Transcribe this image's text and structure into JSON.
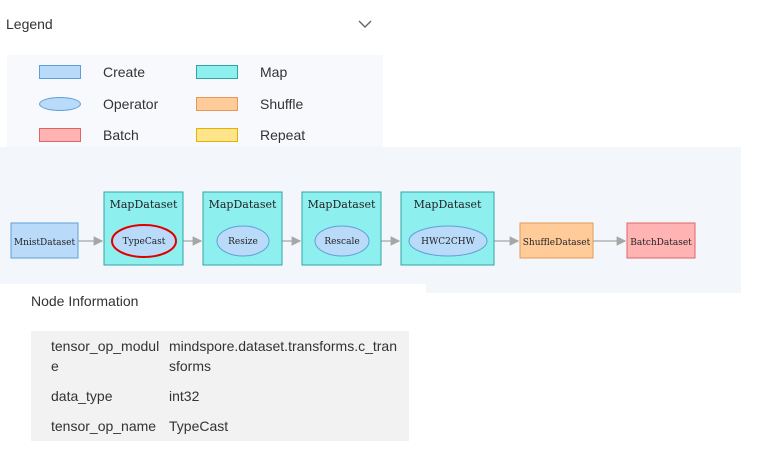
{
  "legend": {
    "title": "Legend",
    "items": [
      {
        "label": "Create",
        "fill": "#b9daf9",
        "stroke": "#5f9fd9",
        "shape": "rect"
      },
      {
        "label": "Map",
        "fill": "#8eefef",
        "stroke": "#31a3a3",
        "shape": "rect"
      },
      {
        "label": "Operator",
        "fill": "#b9daf9",
        "stroke": "#5f9fd9",
        "shape": "ellipse"
      },
      {
        "label": "Shuffle",
        "fill": "#ffcc99",
        "stroke": "#e09a5a",
        "shape": "rect"
      },
      {
        "label": "Batch",
        "fill": "#ffb3b3",
        "stroke": "#e06666",
        "shape": "rect"
      },
      {
        "label": "Repeat",
        "fill": "#ffe48c",
        "stroke": "#e0b400",
        "shape": "rect"
      }
    ]
  },
  "graph": {
    "source": "MnistDataset",
    "map_title": "MapDataset",
    "maps": [
      {
        "title": "MapDataset",
        "op": "TypeCast",
        "selected": true
      },
      {
        "title": "MapDataset",
        "op": "Resize",
        "selected": false
      },
      {
        "title": "MapDataset",
        "op": "Rescale",
        "selected": false
      },
      {
        "title": "MapDataset",
        "op": "HWC2CHW",
        "selected": false
      }
    ],
    "shuffle": "ShuffleDataset",
    "batch": "BatchDataset",
    "colors": {
      "create_fill": "#b9daf9",
      "create_stroke": "#5f9fd9",
      "map_fill": "#8eefef",
      "map_stroke": "#31a3a3",
      "op_fill": "#b9daf9",
      "op_stroke": "#5f9fd9",
      "shuffle_fill": "#ffcc99",
      "shuffle_stroke": "#e09a5a",
      "batch_fill": "#ffb3b3",
      "batch_stroke": "#e06666",
      "selected_stroke": "#e00000",
      "edge": "#a6a6a6"
    }
  },
  "node_info": {
    "title": "Node Information",
    "rows": [
      {
        "key": "tensor_op_module",
        "value": "mindspore.dataset.transforms.c_transforms"
      },
      {
        "key": "data_type",
        "value": "int32"
      },
      {
        "key": "tensor_op_name",
        "value": "TypeCast"
      }
    ]
  }
}
